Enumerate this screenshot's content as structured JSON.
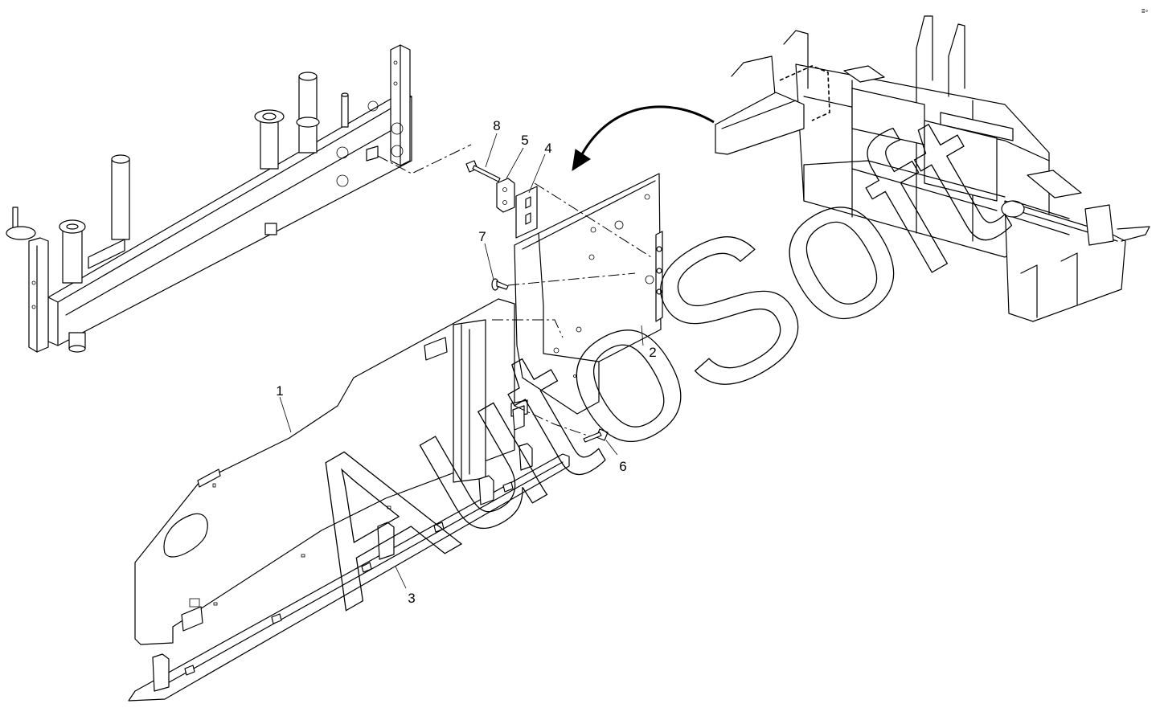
{
  "drawing": {
    "watermark": "AutoSoft",
    "corner_code": "ⵓ⸰",
    "callouts": [
      {
        "id": "1",
        "label": "1"
      },
      {
        "id": "2",
        "label": "2"
      },
      {
        "id": "3",
        "label": "3"
      },
      {
        "id": "4",
        "label": "4"
      },
      {
        "id": "5",
        "label": "5"
      },
      {
        "id": "6",
        "label": "6"
      },
      {
        "id": "7",
        "label": "7"
      },
      {
        "id": "8",
        "label": "8"
      }
    ]
  }
}
